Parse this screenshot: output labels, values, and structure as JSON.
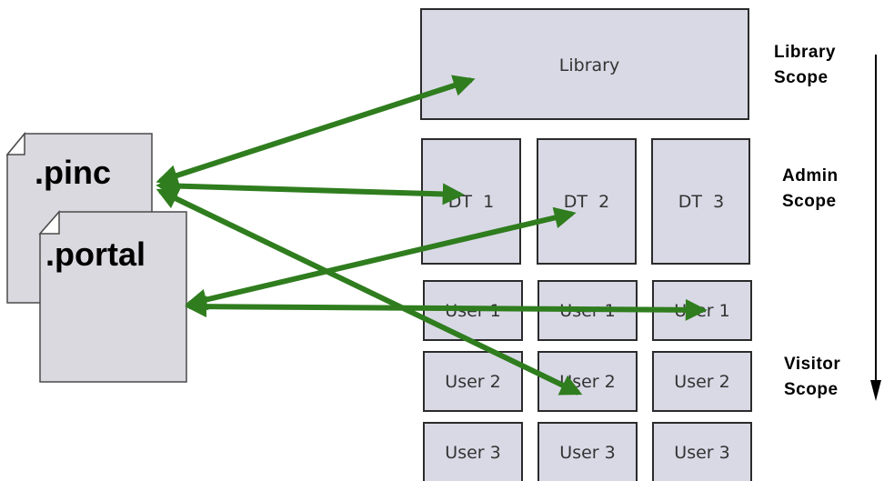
{
  "documents": {
    "pinc_label": ".pinc",
    "portal_label": ".portal"
  },
  "library_box": {
    "label": "Library"
  },
  "admin_boxes": [
    "DT  1",
    "DT  2",
    "DT  3"
  ],
  "user_rows": [
    [
      "User 1",
      "User 1",
      "User 1"
    ],
    [
      "User 2",
      "User 2",
      "User 2"
    ],
    [
      "User 3",
      "User 3",
      "User 3"
    ]
  ],
  "scopes": {
    "library": [
      "Library",
      "Scope"
    ],
    "admin": [
      "Admin",
      "Scope"
    ],
    "visitor": [
      "Visitor",
      "Scope"
    ]
  },
  "colors": {
    "arrow": "#2f7d1e",
    "box_fill": "#d9d9e6",
    "document_fill": "#d9d9df"
  }
}
